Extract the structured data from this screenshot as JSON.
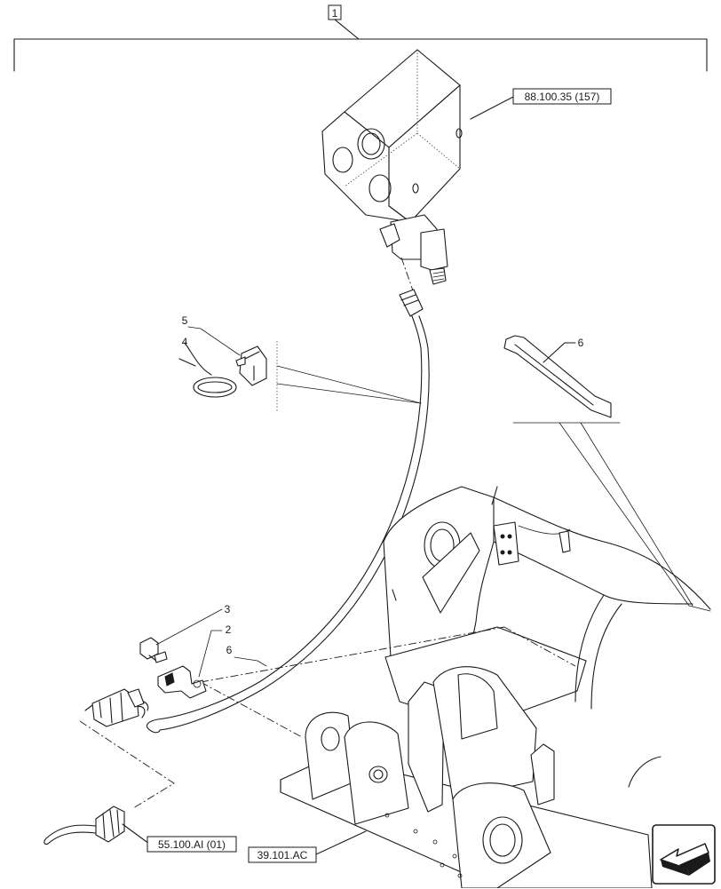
{
  "assembly": {
    "item_number": "1"
  },
  "references": {
    "valve": "88.100.35 (157)",
    "connector": "55.100.AI (01)",
    "frame": "39.101.AC"
  },
  "callouts": {
    "clip": "5",
    "tie": "4",
    "bolt": "3",
    "bracket": "2",
    "harness": "6",
    "harness_detail": "6"
  },
  "navigation": {
    "icon": "previous-page-arrow-icon"
  }
}
